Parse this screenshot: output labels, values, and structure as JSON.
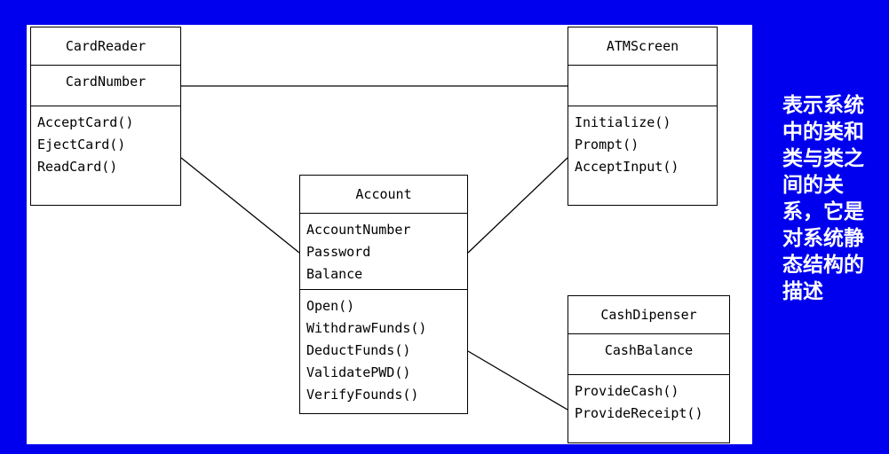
{
  "classes": {
    "card_reader": {
      "name": "CardReader",
      "attributes": [
        "CardNumber"
      ],
      "operations": [
        "AcceptCard()",
        "EjectCard()",
        "ReadCard()"
      ]
    },
    "atm_screen": {
      "name": "ATMScreen",
      "attributes": [],
      "operations": [
        "Initialize()",
        "Prompt()",
        "AcceptInput()"
      ]
    },
    "account": {
      "name": "Account",
      "attributes": [
        "AccountNumber",
        "Password",
        "Balance"
      ],
      "operations": [
        "Open()",
        "WithdrawFunds()",
        "DeductFunds()",
        "ValidatePWD()",
        "VerifyFounds()"
      ]
    },
    "cash_dispenser": {
      "name": "CashDipenser",
      "attributes": [
        "CashBalance"
      ],
      "operations": [
        "ProvideCash()",
        "ProvideReceipt()"
      ]
    }
  },
  "caption": "表示系统中的类和类与类之间的关系，它是对系统静态结构的描述",
  "colors": {
    "background": "#0000EE",
    "caption_text": "#FFFFFF",
    "diagram_bg": "#FFFFFF"
  }
}
